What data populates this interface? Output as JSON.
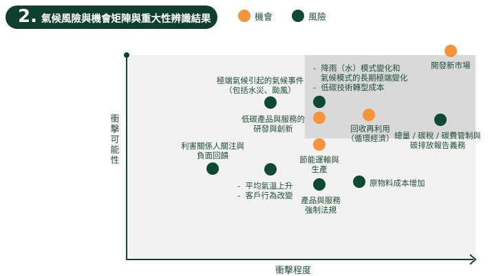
{
  "header": {
    "number": "2.",
    "title": "氣候風險與機會矩陣與重大性辨識結果"
  },
  "legend": [
    {
      "label": "機會",
      "color": "#f4953b",
      "kind": "opportunity"
    },
    {
      "label": "風險",
      "color": "#0f4a35",
      "kind": "risk"
    }
  ],
  "axes": {
    "y_label": [
      "衝",
      "擊",
      "可",
      "能",
      "性"
    ],
    "x_label": "衝擊程度"
  },
  "items": [
    {
      "label": "開發新市場",
      "kind": "opportunity"
    },
    {
      "label": "-  降雨（水）模式變化和\n   氣候模式的長期極端變化\n-  低碳技術轉型成本",
      "kind": "risk"
    },
    {
      "label": "極端氣候引起的氣候事件\n（包括水災、颱風）",
      "kind": "risk"
    },
    {
      "label": "低碳產品與服務的\n研發與創新",
      "kind": "opportunity"
    },
    {
      "label": "回收再利用\n（循環經濟）",
      "kind": "opportunity"
    },
    {
      "label": "總量 / 碳稅 / 碳費管制與\n碳排放報告義務",
      "kind": "risk"
    },
    {
      "label": "節能運輸與\n生產",
      "kind": "opportunity"
    },
    {
      "label": "利害關係人關注與\n負面回饋",
      "kind": "risk"
    },
    {
      "label": "-  平均氣溫上升\n-  客戶行為改變",
      "kind": "risk"
    },
    {
      "label": "產品與服務\n強制法規",
      "kind": "risk"
    },
    {
      "label": "原物料成本增加",
      "kind": "risk"
    }
  ]
}
